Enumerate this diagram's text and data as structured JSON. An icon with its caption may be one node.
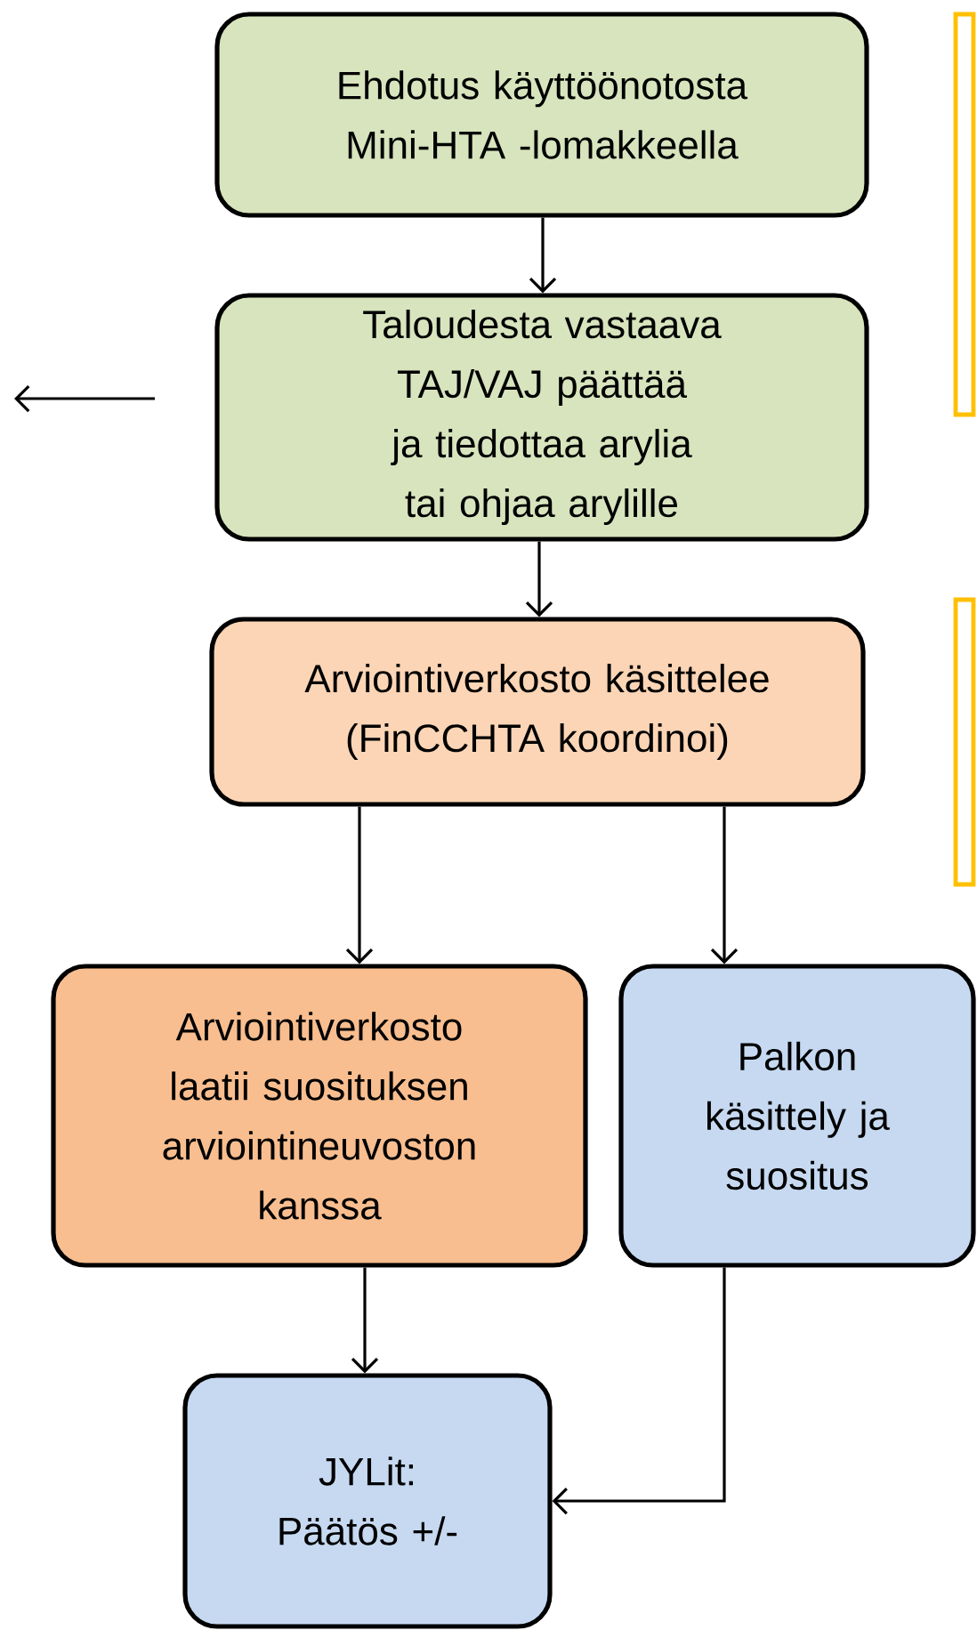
{
  "diagram": {
    "nodes": [
      {
        "text": [
          "Ehdotus käyttöönotosta Mini-HTA -lomakkeella"
        ]
      },
      {
        "text": [
          "Taloudesta vastaava TAJ/VAJ päättää ja tiedottaa arylia tai ohjaa arylille"
        ]
      },
      {
        "text": [
          "Arviointiverkosto käsittelee (FinCCHTA koordinoi)"
        ]
      },
      {
        "text": [
          "Arviointiverkosto laatii suosituksen arviointineuvoston kanssa"
        ]
      },
      {
        "text": [
          "Palkon käsittely ja suositus"
        ]
      },
      {
        "text": [
          "JYLit: Päätös +/-"
        ]
      },
      {
        "text": [],
        "shape": "box"
      },
      {
        "text": [],
        "shape": "box"
      }
    ],
    "edges": [
      {
        "from": 0,
        "to": 1,
        "arrow": "to"
      },
      {
        "from": 1,
        "to": 2,
        "arrow": "to"
      },
      {
        "from": 2,
        "to": 3,
        "arrow": "to"
      },
      {
        "from": 2,
        "to": 4,
        "arrow": "to"
      },
      {
        "from": 3,
        "to": 5,
        "arrow": "to"
      },
      {
        "from": 4,
        "to": 5,
        "arrow": "to"
      }
    ]
  }
}
